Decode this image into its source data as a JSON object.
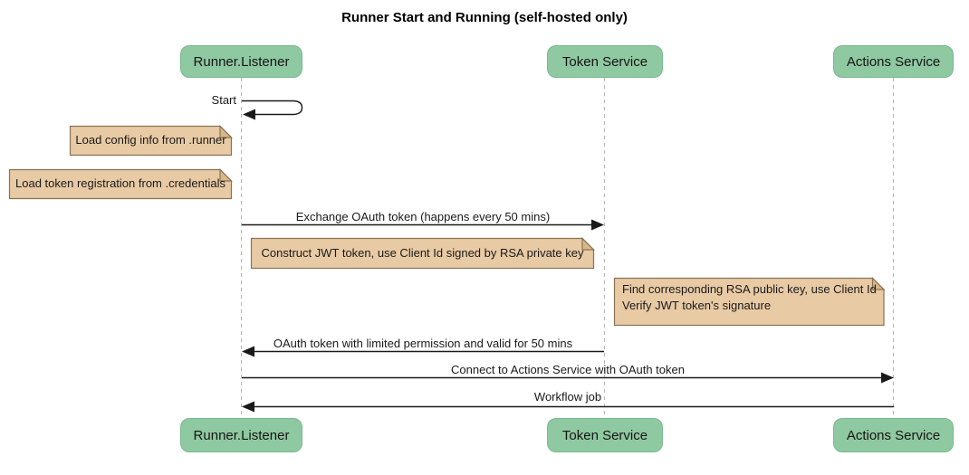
{
  "title": "Runner Start and Running (self-hosted only)",
  "diagram_type": "sequence-diagram",
  "participants": [
    {
      "id": "runner-listener",
      "label": "Runner.Listener"
    },
    {
      "id": "token-service",
      "label": "Token Service"
    },
    {
      "id": "actions-service",
      "label": "Actions Service"
    }
  ],
  "messages": {
    "start": {
      "label": "Start",
      "from": "Runner.Listener",
      "to": "Runner.Listener",
      "type": "self"
    },
    "exchange": {
      "label": "Exchange OAuth token (happens every 50 mins)",
      "from": "Runner.Listener",
      "to": "Token Service"
    },
    "oauth_return": {
      "label": "OAuth token with limited permission and valid for 50 mins",
      "from": "Token Service",
      "to": "Runner.Listener"
    },
    "connect": {
      "label": "Connect to Actions Service with OAuth token",
      "from": "Runner.Listener",
      "to": "Actions Service"
    },
    "workflow": {
      "label": "Workflow job",
      "from": "Actions Service",
      "to": "Runner.Listener"
    }
  },
  "notes": [
    {
      "text": "Load config info from .runner",
      "position": "left of Runner.Listener"
    },
    {
      "text": "Load token registration from .credentials",
      "position": "left of Runner.Listener"
    },
    {
      "text": "Construct JWT token, use Client Id signed by RSA private key",
      "position": "right of Runner.Listener"
    },
    {
      "line1": "Find corresponding RSA public key, use Client Id",
      "line2": "Verify JWT token's signature",
      "position": "right of Token Service"
    }
  ],
  "colors": {
    "background": "#ffffff",
    "participant_fill": "#8fc9a1",
    "participant_border": "#7cb890",
    "note_fill": "#e8caa4",
    "note_fold": "#d9b787",
    "note_border": "#8a7355",
    "lifeline": "#b5b5b5",
    "arrow": "#1a1a1a",
    "text": "#1a1a1a"
  }
}
